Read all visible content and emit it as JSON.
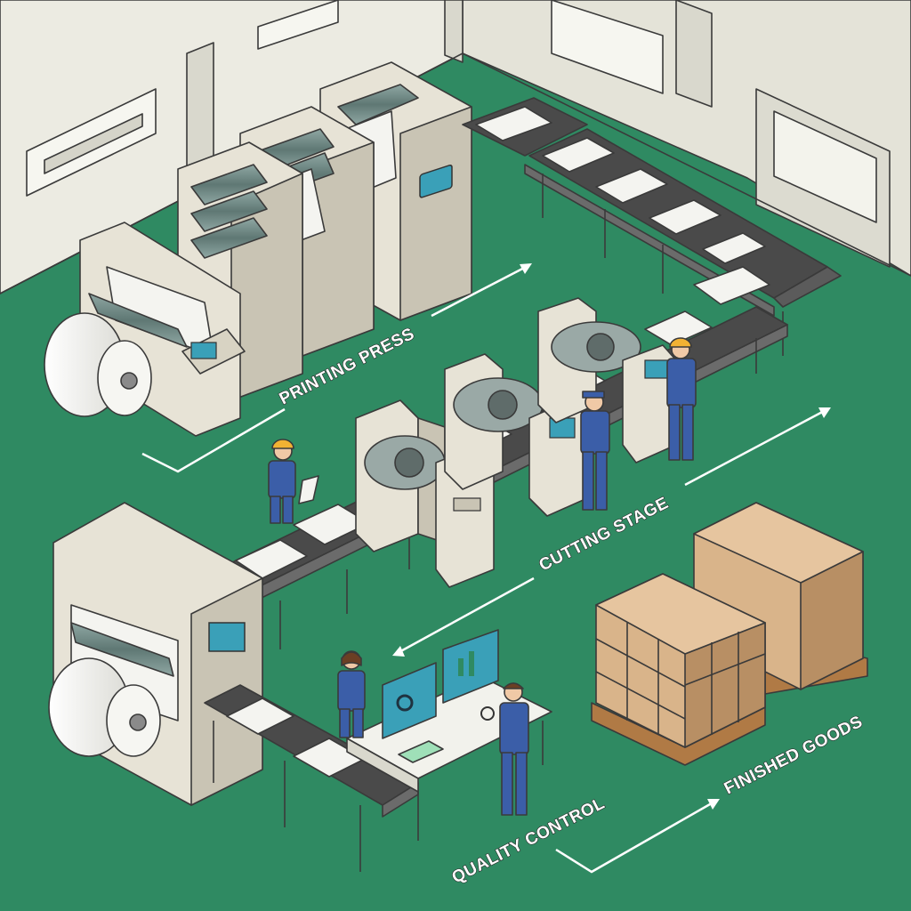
{
  "colors": {
    "floor": "#2f8a62",
    "wall": "#ecebe2",
    "wall_shade": "#d9d8cd",
    "machine": "#e7e3d6",
    "machine_shade": "#c9c4b4",
    "roller": "#6f8a86",
    "belt": "#4a4a4a",
    "paper": "#f4f4f0",
    "worker": "#3b5ea8",
    "helmet": "#f2b233",
    "box": "#d9b48a",
    "box_shade": "#b88f64",
    "pallet": "#b07a45",
    "screen": "#3aa0b8"
  },
  "labels": {
    "printing_press": "PRINTING PRESS",
    "cutting_stage": "CUTTING STAGE",
    "quality_control": "QUALITY CONTROL",
    "finished_goods": "FINISHED GOODS"
  },
  "icons": [
    "flow-arrow-icon",
    "magnifier-icon",
    "monitor-icon",
    "helmet-icon"
  ]
}
